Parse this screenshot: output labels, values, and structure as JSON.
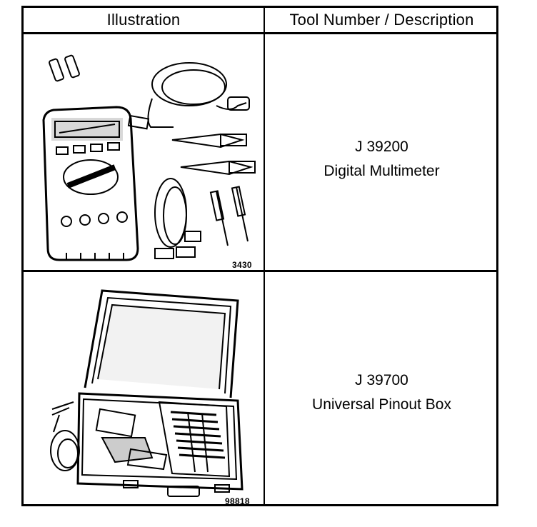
{
  "table": {
    "headers": {
      "illustration": "Illustration",
      "description": "Tool Number / Description"
    },
    "rows": [
      {
        "figure_number": "3430",
        "tool_number": "J 39200",
        "description": "Digital Multimeter",
        "figure_icon": "digital-multimeter-icon"
      },
      {
        "figure_number": "98818",
        "tool_number": "J 39700",
        "description": "Universal Pinout Box",
        "figure_icon": "pinout-box-case-icon"
      }
    ]
  }
}
